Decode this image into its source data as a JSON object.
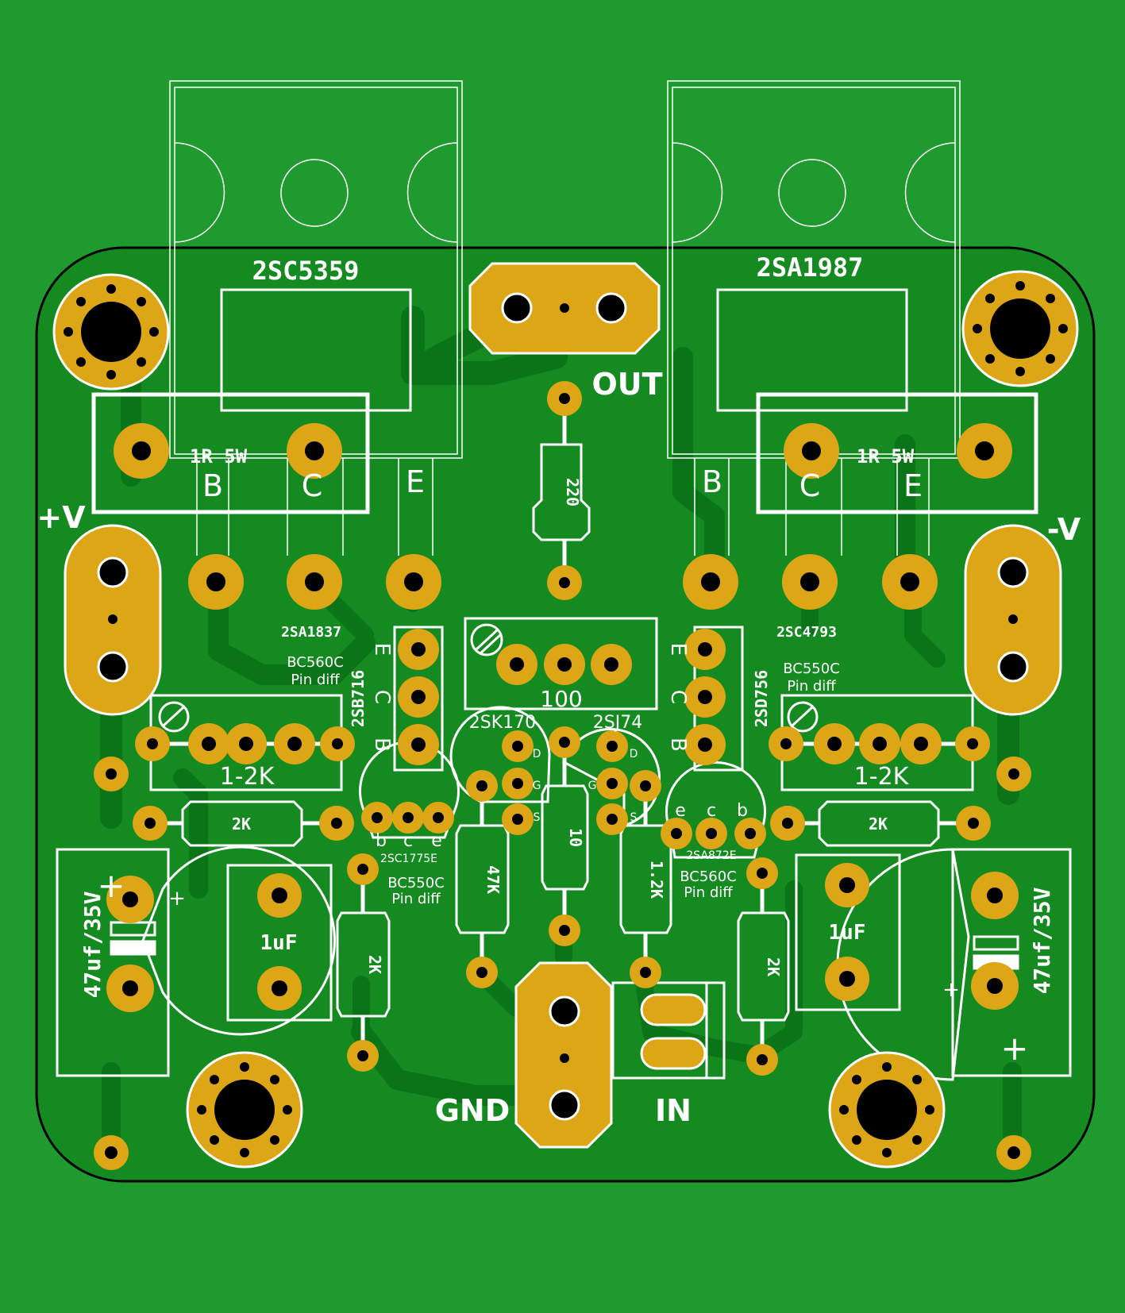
{
  "colors": {
    "background": "#1f9a2e",
    "board": "#148a20",
    "trace": "#0b7418",
    "copper": "#dca616",
    "silk": "#ffffff",
    "hole": "#000000",
    "outline": "#000000"
  },
  "transistors": {
    "q_left_power": "2SC5359",
    "q_right_power": "2SA1987",
    "q_left_driver": "2SA1837",
    "q_right_driver": "2SC4793",
    "q_left_vas": "2SB716",
    "q_right_vas": "2SD756",
    "jfet_left": "2SK170",
    "jfet_right": "2SJ74",
    "small_left": "2SC1775E",
    "small_right": "2SA872E"
  },
  "notes": {
    "left_top_part": "BC560C",
    "left_top_note": "Pin diff",
    "right_top_part": "BC550C",
    "right_top_note": "Pin diff",
    "left_bottom_part": "BC550C",
    "left_bottom_note": "Pin diff",
    "right_bottom_part": "BC560C",
    "right_bottom_note": "Pin diff"
  },
  "pins": {
    "b": "B",
    "c": "C",
    "e": "E",
    "b_lower": "b",
    "c_lower": "c",
    "e_lower": "e",
    "d": "D",
    "g": "G",
    "s": "S"
  },
  "resistors": {
    "r_emitter_left": "1R 5W",
    "r_emitter_right": "1R 5W",
    "r_220": "220",
    "trim_100": "100",
    "trim_left": "1-2K",
    "trim_right": "1-2K",
    "r_2k_left": "2K",
    "r_2k_right": "2K",
    "r_2k_vleft": "2K",
    "r_2k_vright": "2K",
    "r_47k": "47K",
    "r_10": "10",
    "r_1_2k": "1.2K"
  },
  "capacitors": {
    "c_left": "47uf/35V",
    "c_right": "47uf/35V",
    "cap_left": "1uF",
    "cap_right": "1uF",
    "plus": "+"
  },
  "connectors": {
    "out": "OUT",
    "gnd": "GND",
    "in": "IN",
    "pos_rail": "+V",
    "neg_rail": "-V"
  }
}
